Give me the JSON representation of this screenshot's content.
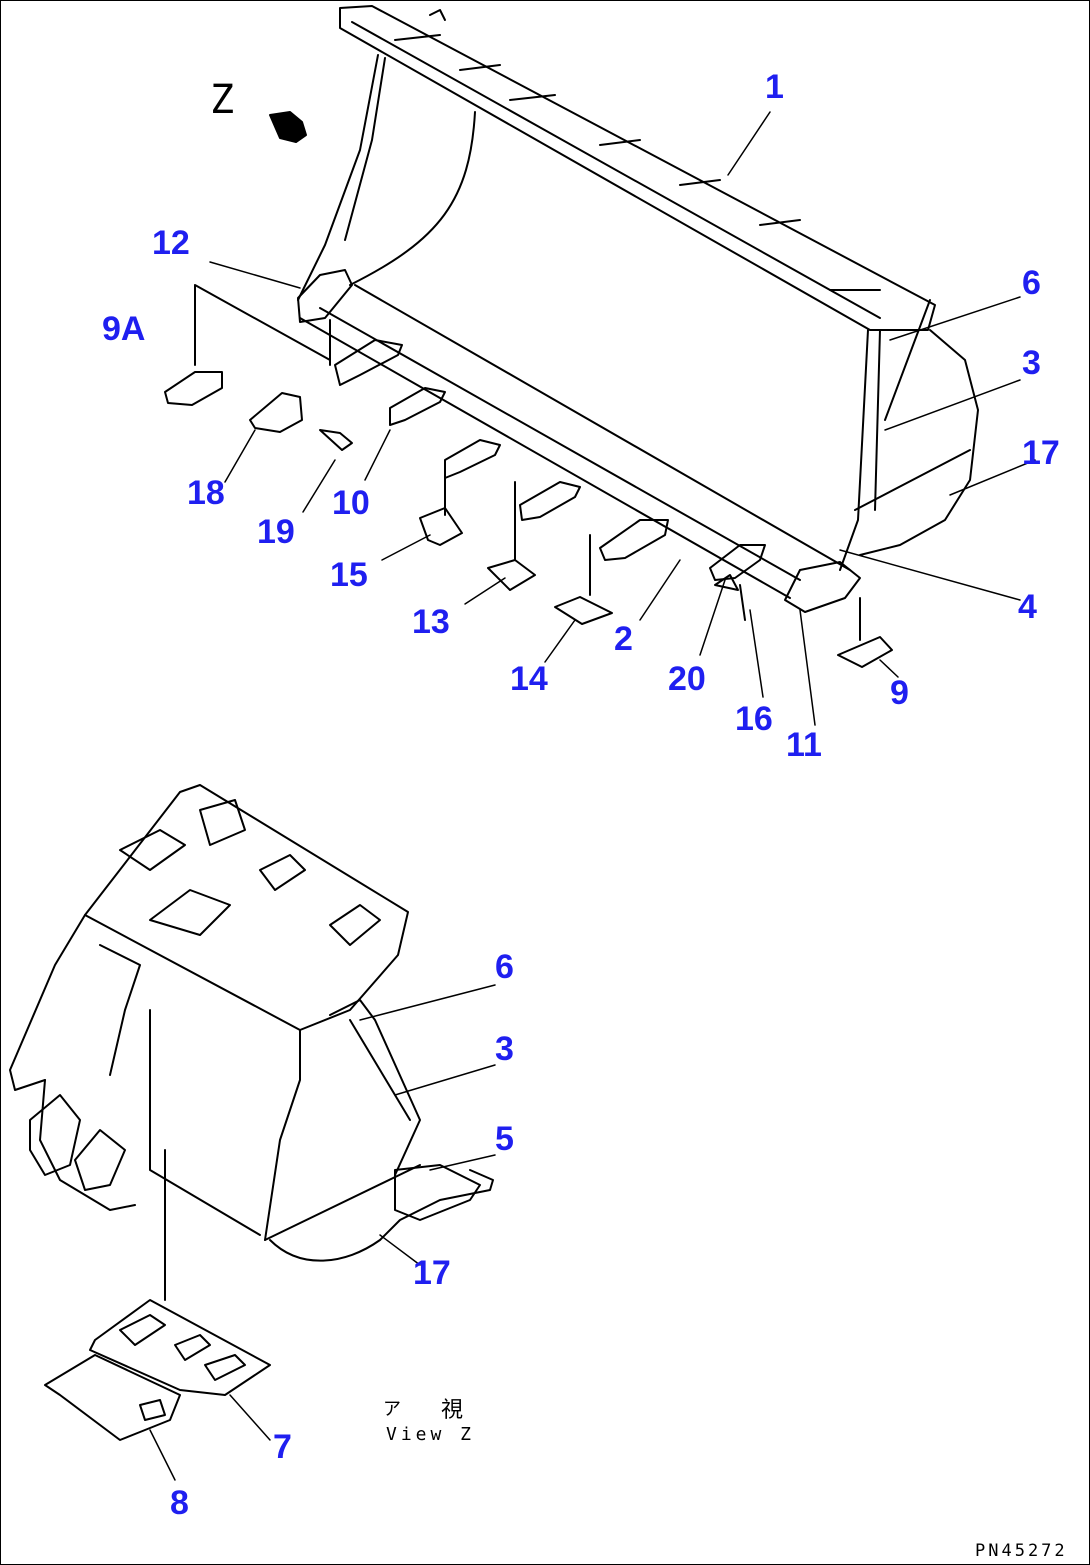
{
  "view_marker": {
    "letter": "Z"
  },
  "callouts": {
    "c1": "1",
    "c12": "12",
    "c9a": "9A",
    "c6_top": "6",
    "c3_top": "3",
    "c17_top": "17",
    "c18": "18",
    "c10": "10",
    "c19": "19",
    "c15": "15",
    "c13": "13",
    "c14": "14",
    "c2": "2",
    "c20": "20",
    "c16": "16",
    "c11": "11",
    "c9": "9",
    "c4": "4",
    "c6_bottom": "6",
    "c3_bottom": "3",
    "c5": "5",
    "c17_bottom": "17",
    "c7": "7",
    "c8": "8"
  },
  "view_caption": {
    "jp_left": "ア",
    "jp_right": "視",
    "en": "View Z"
  },
  "drawing_id": "PN45272",
  "colors": {
    "callout": "#1f1ff0",
    "line": "#000000",
    "background": "#ffffff"
  }
}
